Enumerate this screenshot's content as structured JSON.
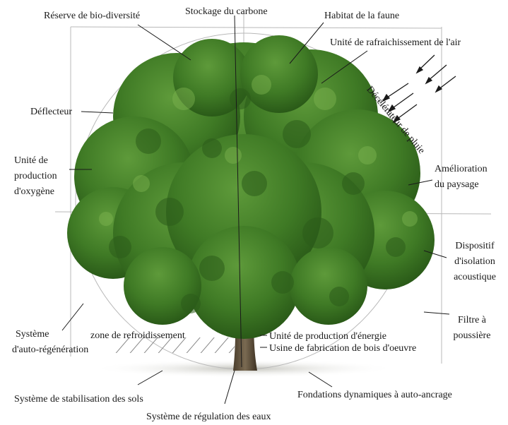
{
  "labels": {
    "biodiversity": "Réserve de bio-diversité",
    "carbon": "Stockage du carbone",
    "habitat": "Habitat de la faune",
    "air_cooling": "Unité de rafraichissement de l'air",
    "rain": "Décélérateur de pluie",
    "deflector": "Déflecteur",
    "oxygen_1": "Unité de",
    "oxygen_2": "production",
    "oxygen_3": "d'oxygène",
    "landscape_1": "Amélioration",
    "landscape_2": "du paysage",
    "acoustic_1": "Dispositif",
    "acoustic_2": "d'isolation",
    "acoustic_3": "acoustique",
    "dust_1": "Filtre à",
    "dust_2": "poussière",
    "regen_1": "Système",
    "regen_2": "d'auto-régénération",
    "cooling_zone": "zone de refroidissement",
    "energy": "Unité de production d'énergie",
    "timber": "Usine de fabrication de bois d'oeuvre",
    "soil": "Système de stabilisation des sols",
    "foundations": "Fondations dynamiques à auto-ancrage",
    "water": "Système de régulation des eaux"
  }
}
